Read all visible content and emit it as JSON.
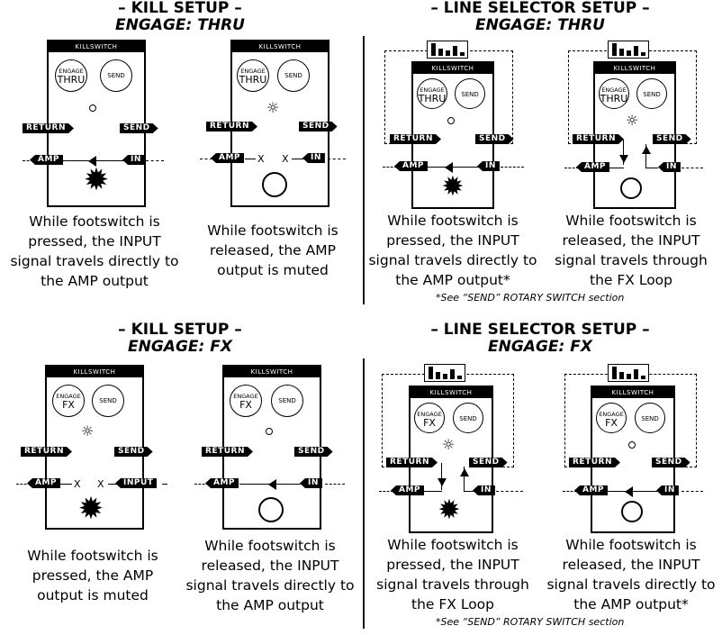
{
  "sections": {
    "kill_thru": {
      "title": "– KILL SETUP –",
      "subtitle": "ENGAGE: THRU"
    },
    "line_thru": {
      "title": "– LINE SELECTOR SETUP –",
      "subtitle": "ENGAGE: THRU"
    },
    "kill_fx": {
      "title": "– KILL SETUP –",
      "subtitle": "ENGAGE: FX"
    },
    "line_fx": {
      "title": "– LINE SELECTOR SETUP –",
      "subtitle": "ENGAGE: FX"
    }
  },
  "labels": {
    "killswitch": "KILLSWITCH",
    "engage": "ENGAGE",
    "thru": "THRU",
    "fx": "FX",
    "send_knob": "SEND",
    "return": "RETURN",
    "send": "SEND",
    "amp": "AMP",
    "in": "IN",
    "input": "INPUT",
    "x": "X"
  },
  "captions": {
    "c1": "While footswitch is pressed, the INPUT signal travels directly to the AMP output",
    "c2": "While footswitch is released, the AMP output is muted",
    "c3": "While footswitch is pressed, the INPUT signal travels directly to the AMP output*",
    "c4": "While footswitch is released, the INPUT signal travels through the FX Loop",
    "c5": "While footswitch is pressed, the AMP output is muted",
    "c6": "While footswitch is released, the INPUT signal travels directly to the AMP output",
    "c7": "While footswitch is pressed, the INPUT signal travels through the FX Loop",
    "c8": "While footswitch is released, the INPUT signal travels directly to the AMP output*"
  },
  "notes": {
    "top": "*See “SEND” ROTARY SWITCH section",
    "bottom": "*See “SEND” ROTARY SWITCH section"
  }
}
